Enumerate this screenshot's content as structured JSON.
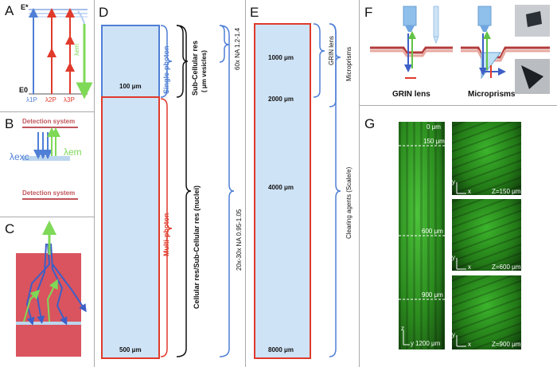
{
  "panels": {
    "a": "A",
    "b": "B",
    "c": "C",
    "d": "D",
    "e": "E",
    "f": "F",
    "g": "G"
  },
  "panel_a": {
    "excited_state": "E*",
    "ground_state": "E0",
    "lambda_em": "λem",
    "transitions": [
      "λ1P",
      "λ2P",
      "λ3P"
    ]
  },
  "panel_b": {
    "top": "Detection system",
    "bottom": "Detection system",
    "lambda_exc": "λexc",
    "lambda_em": "λem"
  },
  "panel_d": {
    "depths": [
      "100 μm",
      "500 μm"
    ],
    "single_photon": "Single-photon",
    "multi_photon": "Multi-photon",
    "subcellular_res": "Sub-Cellular res",
    "subcellular_detail": "( μm vesicles)",
    "cellular_res": "Cellular res/Sub-Cellular res (nuclei)",
    "objective_60x": "60x NA 1.2-1.4",
    "objective_20x": "20x-30x NA 0.95-1.05"
  },
  "panel_e": {
    "depths": [
      "1000 μm",
      "2000 μm",
      "4000 μm",
      "8000 μm"
    ],
    "grin": "GRIN lens",
    "microprisms": "Microprisms",
    "clearing": "Clearing agents (Scale/e)"
  },
  "panel_f": {
    "grin_label": "GRIN lens",
    "microprisms_label": "Microprisms"
  },
  "panel_g": {
    "depth_ticks": [
      "0 μm",
      "150 μm",
      "600 μm",
      "900 μm",
      "1200 μm"
    ],
    "z_labels": [
      "Z=150 μm",
      "Z=600 μm",
      "Z=900 μm"
    ],
    "axis": {
      "x": "x",
      "y": "y",
      "z": "z"
    }
  },
  "colors": {
    "blue": "#4f7fd6",
    "red": "#e03a2b",
    "green": "#7ed957",
    "light_blue_fill": "#cfe3f6",
    "tissue": "#d9545e"
  }
}
